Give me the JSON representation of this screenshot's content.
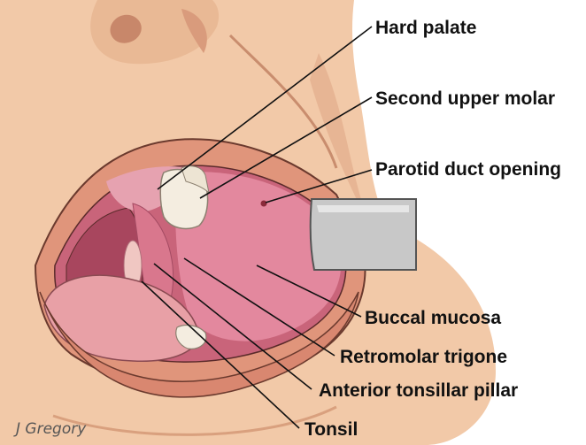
{
  "labels": {
    "hard_palate": "Hard palate",
    "second_upper_molar": "Second upper molar",
    "parotid_duct_opening": "Parotid duct opening",
    "buccal_mucosa": "Buccal mucosa",
    "retromolar_trigone": "Retromolar trigone",
    "anterior_tonsillar_pillar": "Anterior tonsillar pillar",
    "tonsil": "Tonsil"
  },
  "signature": "J Gregory",
  "colors": {
    "skin": "#f2c9a8",
    "skin_shadow": "#d9a07e",
    "lip": "#e0957b",
    "mouth_interior": "#c9647a",
    "mucosa": "#e58aa0",
    "tongue": "#e8a0a6",
    "tooth": "#f4ede0",
    "retractor": "#c8c8c8"
  }
}
